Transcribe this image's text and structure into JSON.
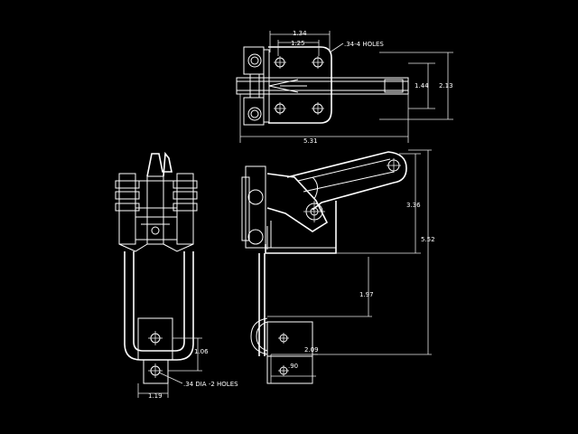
{
  "colors": {
    "background": "#000000",
    "line": "#ffffff"
  },
  "top_view": {
    "dim_width_outer": "1.34",
    "dim_width_inner": "1.25",
    "dim_hole_callout": ".34-4 HOLES",
    "dim_height_inner": "1.44",
    "dim_height_outer": "2.13",
    "dim_overall_length": "5.31"
  },
  "side_view": {
    "dim_arm_height": "3.36",
    "dim_total_height": "5.52",
    "dim_reach": "1.97",
    "dim_foot_height": "2.09",
    "dim_foot_thickness": ".90"
  },
  "front_view": {
    "dim_bracket_height": "1.06",
    "dim_bracket_width": "1.19",
    "dim_hole_callout": ".34 DIA -2 HOLES"
  }
}
